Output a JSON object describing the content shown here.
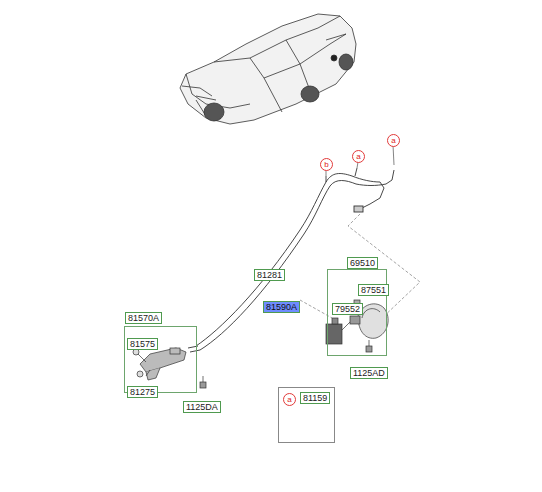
{
  "diagram": {
    "nodes": [
      {
        "text": [
          "81281"
        ]
      },
      {
        "text": [
          "81590A"
        ]
      },
      {
        "text": [
          "81570A"
        ]
      },
      {
        "text": [
          "81575"
        ],
        "in": 2
      },
      {
        "text": [
          "81275"
        ],
        "in": 2
      },
      {
        "text": [
          "1125DA"
        ]
      },
      {
        "text": [
          "69510"
        ]
      },
      {
        "text": [
          "87551"
        ],
        "in": 6
      },
      {
        "text": [
          "79552"
        ],
        "in": 6
      },
      {
        "text": [
          "1125AD"
        ]
      },
      {
        "text": [
          "a",
          "81159"
        ]
      }
    ],
    "edges": [],
    "labels": [
      "b",
      "a",
      "a"
    ]
  }
}
